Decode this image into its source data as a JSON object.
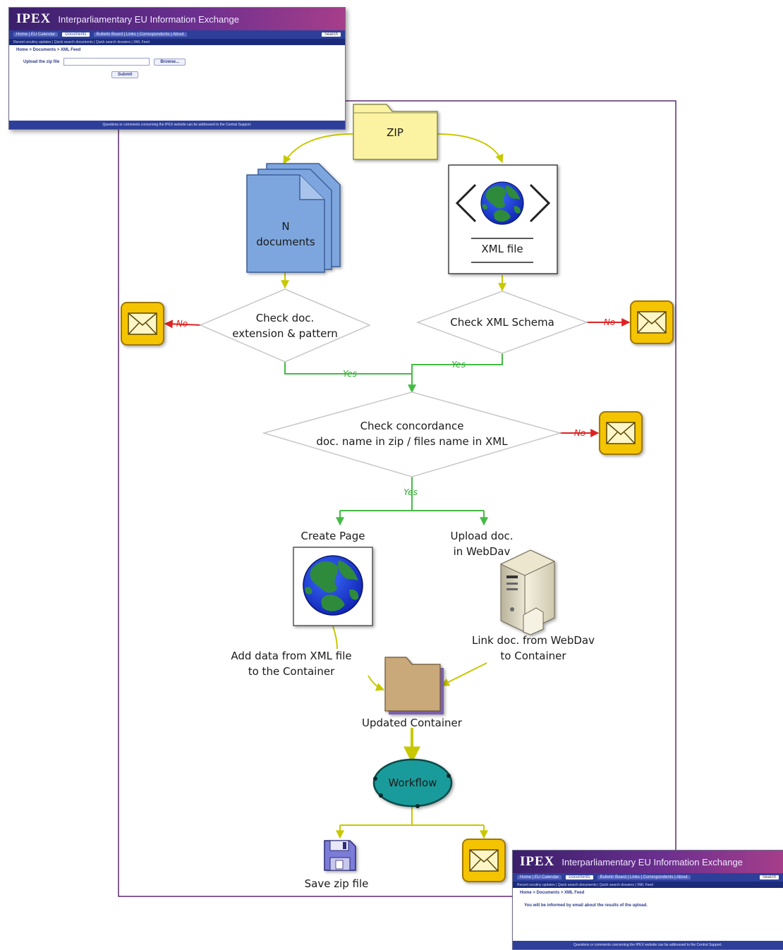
{
  "colors": {
    "frame": "#5a2a6e",
    "arrow_yellow": "#c8c800",
    "arrow_green": "#44bb44",
    "label_green": "#33aa33",
    "arrow_red": "#dd2222",
    "folder_zip": "#fbf3a2",
    "folder_container": "#c9a97a",
    "docs_blue": "#7ea6de",
    "envelope": "#f5c400",
    "workflow": "#1a9b9b",
    "globe_ocean": "#1a33d6",
    "globe_land": "#2e8b3c"
  },
  "diagram": {
    "zip": "ZIP",
    "n_documents_line1": "N",
    "n_documents_line2": "documents",
    "xml_file": "XML file",
    "check_doc_line1": "Check doc.",
    "check_doc_line2": "extension & pattern",
    "check_xml": "Check XML Schema",
    "no": "No",
    "yes": "Yes",
    "check_conc_line1": "Check concordance",
    "check_conc_line2": "doc. name in zip / files name in XML",
    "create_page": "Create Page",
    "upload_doc_line1": "Upload doc.",
    "upload_doc_line2": "in WebDav",
    "add_data_line1": "Add data from XML file",
    "add_data_line2": "to the Container",
    "link_doc_line1": "Link doc. from WebDav",
    "link_doc_line2": "to Container",
    "updated_container": "Updated Container",
    "workflow": "Workflow",
    "save_zip": "Save zip file"
  },
  "ipex_top": {
    "logo": "IPEX",
    "subtitle": "Interparliamentary EU Information Exchange",
    "nav": [
      "Home | EU Calendar",
      "Documents",
      "Bulletin Board | Links | Correspondents | About"
    ],
    "search": "Search",
    "bar2": "Recent scrutiny updates | Quick search documents | Quick search dossiers | XML Feed",
    "breadcrumb": "Home  >  Documents  >  XML Feed",
    "upload_label": "Upload the zip file",
    "browse": "Browse...",
    "submit": "Submit",
    "footer": "Questions or comments concerning the IPEX website can be addressed to the Central Support."
  },
  "ipex_bottom": {
    "logo": "IPEX",
    "subtitle": "Interparliamentary EU Information Exchange",
    "nav": [
      "Home | EU Calendar",
      "Documents",
      "Bulletin Board | Links | Correspondents | About"
    ],
    "search": "Search",
    "bar2": "Recent scrutiny updates | Quick search documents | Quick search dossiers | XML Feed",
    "breadcrumb": "Home  >  Documents  >  XML Feed",
    "message": "You will be informed by email about the results of the upload.",
    "footer": "Questions or comments concerning the IPEX website can be addressed to the Central Support."
  }
}
